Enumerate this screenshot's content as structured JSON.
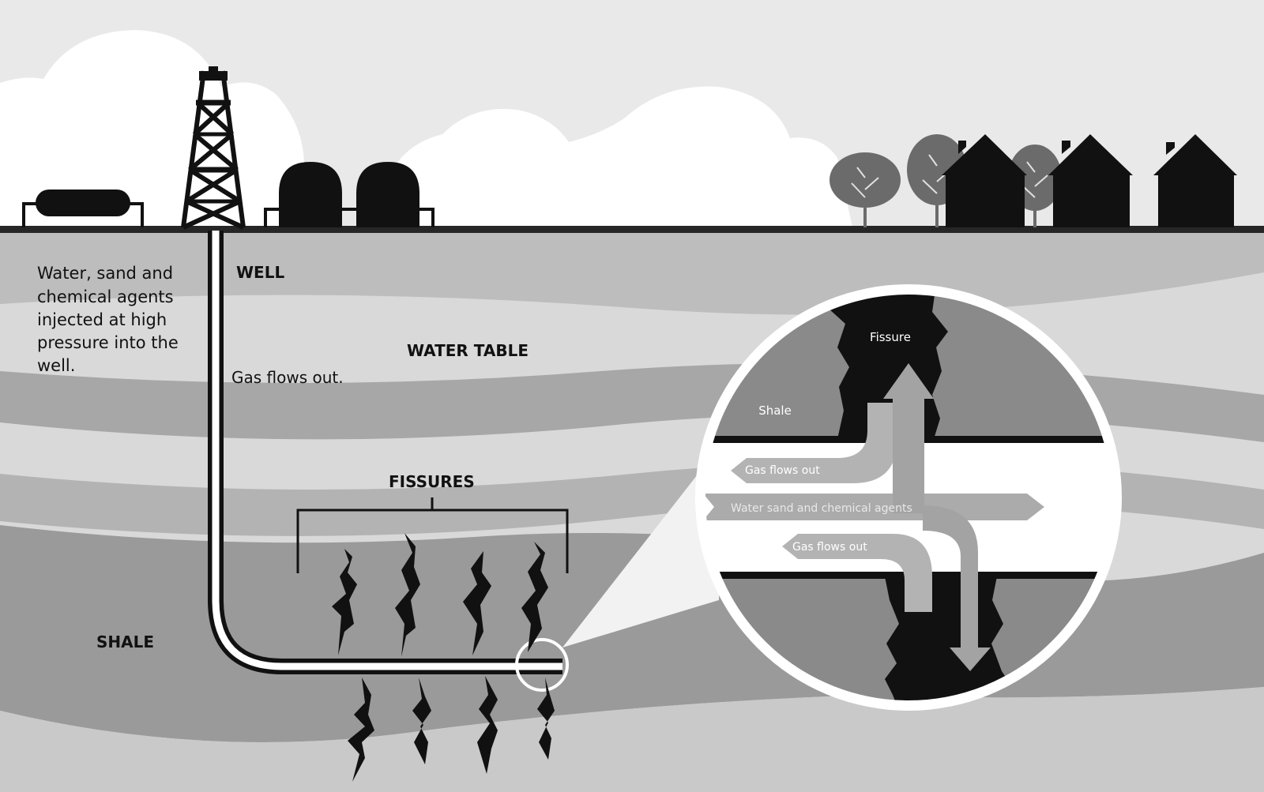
{
  "labels": {
    "well": "WELL",
    "water_table": "WATER TABLE",
    "fissures": "FISSURES",
    "shale": "SHALE",
    "gas_flows_out": "Gas flows out.",
    "injection_lines": [
      "Water, sand and",
      "chemical agents",
      "injected at high",
      "pressure into the",
      "well."
    ]
  },
  "inset": {
    "fissure": "Fissure",
    "shale": "Shale",
    "gas_flows_out_upper": "Gas flows out",
    "water_sand_chemical": "Water sand and chemical agents",
    "gas_flows_out_lower": "Gas flows out"
  },
  "colors": {
    "sky": "#e9e9e9",
    "cloud": "#ffffff",
    "ground_line": "#262626",
    "silhouette": "#111111",
    "tree": "#6b6b6b",
    "layer_light": "#d9d9d9",
    "layer_mid": "#b9b9b9",
    "layer_dark": "#8f8f8f",
    "shale": "#9a9a9a"
  }
}
